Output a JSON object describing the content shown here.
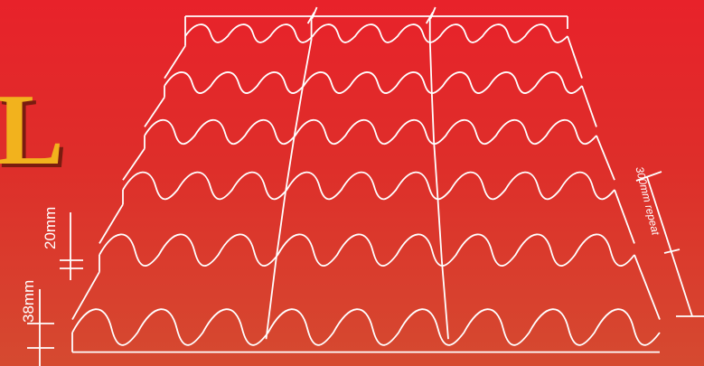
{
  "diagram": {
    "title_fragment": "L",
    "dimensions": {
      "tile_height": "20mm",
      "profile_height": "38mm",
      "repeat": "300mm repeat"
    },
    "rows": 6,
    "waves_per_row": 9,
    "sheets_across": 3,
    "colors": {
      "background_top": "#e8222a",
      "background_bottom": "#d54a30",
      "line": "#ffffff",
      "accent": "#f2b21d"
    }
  }
}
